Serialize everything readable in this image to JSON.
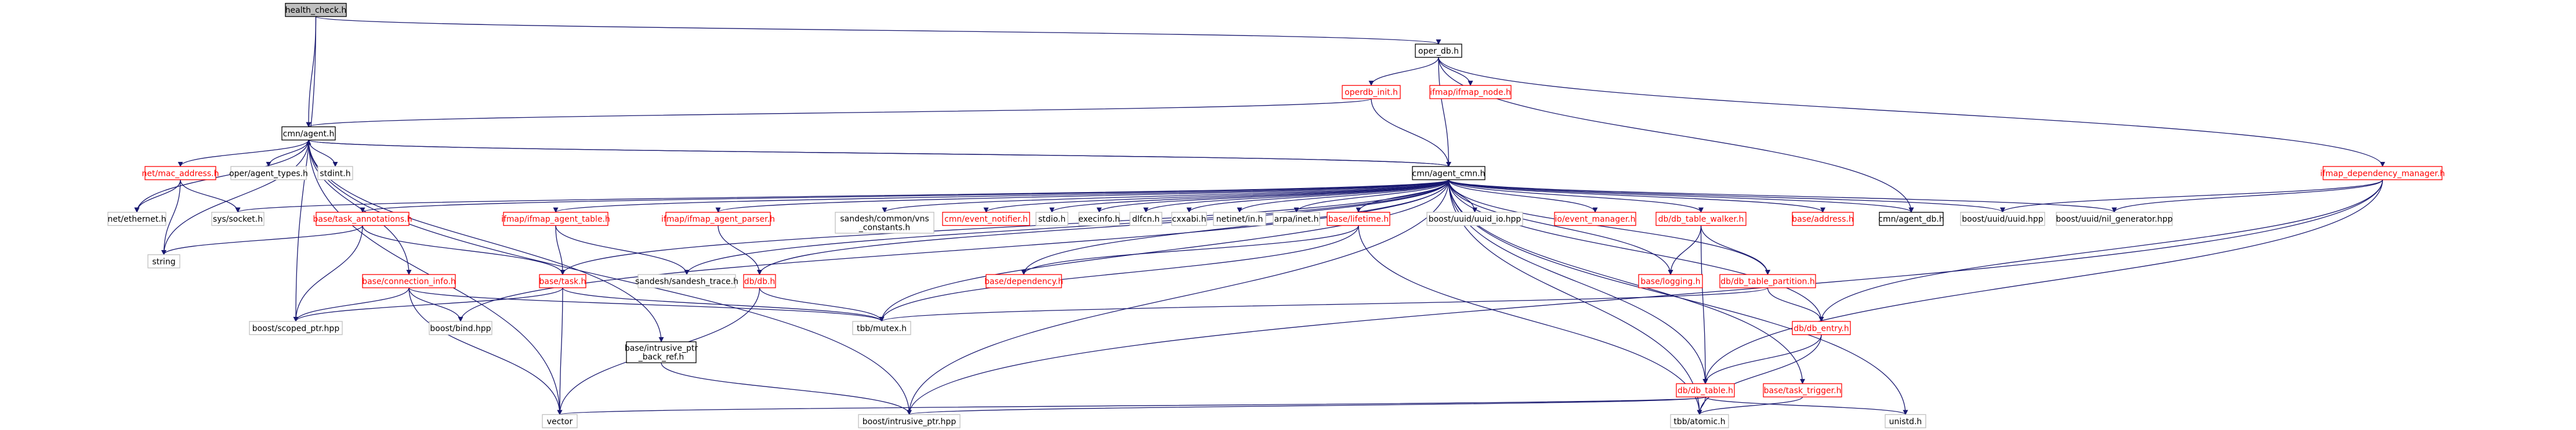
{
  "graph": {
    "title": "",
    "colors": {
      "edge": "#191970",
      "root_fill": "#bfbfbf",
      "link_border": "#000000",
      "missing_border": "#ff0000",
      "system_border": "#bfbfbf"
    },
    "nodes": [
      {
        "id": "health_check",
        "lines": [
          "health_check.h"
        ],
        "kind": "root"
      },
      {
        "id": "oper_db",
        "lines": [
          "oper_db.h"
        ],
        "kind": "plain"
      },
      {
        "id": "operdb_init",
        "lines": [
          "operdb_init.h"
        ],
        "kind": "red"
      },
      {
        "id": "ifmap_node",
        "lines": [
          "ifmap/ifmap_node.h"
        ],
        "kind": "red"
      },
      {
        "id": "ifmap_dependency_manager",
        "lines": [
          "ifmap_dependency_manager.h"
        ],
        "kind": "red"
      },
      {
        "id": "cmn_agent",
        "lines": [
          "cmn/agent.h"
        ],
        "kind": "plain"
      },
      {
        "id": "net_mac_address",
        "lines": [
          "net/mac_address.h"
        ],
        "kind": "red"
      },
      {
        "id": "oper_agent_types",
        "lines": [
          "oper/agent_types.h"
        ],
        "kind": "gray"
      },
      {
        "id": "stdint",
        "lines": [
          "stdint.h"
        ],
        "kind": "gray"
      },
      {
        "id": "cmn_agent_cmn",
        "lines": [
          "cmn/agent_cmn.h"
        ],
        "kind": "plain"
      },
      {
        "id": "net_ethernet",
        "lines": [
          "net/ethernet.h"
        ],
        "kind": "gray"
      },
      {
        "id": "sys_socket",
        "lines": [
          "sys/socket.h"
        ],
        "kind": "gray"
      },
      {
        "id": "base_task_annotations",
        "lines": [
          "base/task_annotations.h"
        ],
        "kind": "red"
      },
      {
        "id": "string",
        "lines": [
          "string"
        ],
        "kind": "gray"
      },
      {
        "id": "base_connection_info",
        "lines": [
          "base/connection_info.h"
        ],
        "kind": "red"
      },
      {
        "id": "boost_bind",
        "lines": [
          "boost/bind.hpp"
        ],
        "kind": "gray"
      },
      {
        "id": "ifmap_agent_table",
        "lines": [
          "ifmap/ifmap_agent_table.h"
        ],
        "kind": "red"
      },
      {
        "id": "base_task",
        "lines": [
          "base/task.h"
        ],
        "kind": "red"
      },
      {
        "id": "ifmap_agent_parser",
        "lines": [
          "ifmap/ifmap_agent_parser.h"
        ],
        "kind": "red"
      },
      {
        "id": "sandesh_trace",
        "lines": [
          "sandesh/sandesh_trace.h"
        ],
        "kind": "gray"
      },
      {
        "id": "db_db",
        "lines": [
          "db/db.h"
        ],
        "kind": "red"
      },
      {
        "id": "sandesh_common_vns",
        "lines": [
          "sandesh/common/vns",
          "_constants.h"
        ],
        "kind": "gray"
      },
      {
        "id": "cmn_event_notifier",
        "lines": [
          "cmn/event_notifier.h"
        ],
        "kind": "red"
      },
      {
        "id": "stdio",
        "lines": [
          "stdio.h"
        ],
        "kind": "gray"
      },
      {
        "id": "execinfo",
        "lines": [
          "execinfo.h"
        ],
        "kind": "gray"
      },
      {
        "id": "dlfcn",
        "lines": [
          "dlfcn.h"
        ],
        "kind": "gray"
      },
      {
        "id": "cxxabi",
        "lines": [
          "cxxabi.h"
        ],
        "kind": "gray"
      },
      {
        "id": "netinet_in",
        "lines": [
          "netinet/in.h"
        ],
        "kind": "gray"
      },
      {
        "id": "arpa_inet",
        "lines": [
          "arpa/inet.h"
        ],
        "kind": "gray"
      },
      {
        "id": "base_lifetime",
        "lines": [
          "base/lifetime.h"
        ],
        "kind": "red"
      },
      {
        "id": "boost_uuid_io",
        "lines": [
          "boost/uuid/uuid_io.hpp"
        ],
        "kind": "gray"
      },
      {
        "id": "io_event_manager",
        "lines": [
          "io/event_manager.h"
        ],
        "kind": "red"
      },
      {
        "id": "db_table_walker",
        "lines": [
          "db/db_table_walker.h"
        ],
        "kind": "red"
      },
      {
        "id": "base_address",
        "lines": [
          "base/address.h"
        ],
        "kind": "red"
      },
      {
        "id": "cmn_agent_db",
        "lines": [
          "cmn/agent_db.h"
        ],
        "kind": "plain"
      },
      {
        "id": "boost_uuid_uuid",
        "lines": [
          "boost/uuid/uuid.hpp"
        ],
        "kind": "gray"
      },
      {
        "id": "boost_uuid_nil_generator",
        "lines": [
          "boost/uuid/nil_generator.hpp"
        ],
        "kind": "gray"
      },
      {
        "id": "base_dependency",
        "lines": [
          "base/dependency.h"
        ],
        "kind": "red"
      },
      {
        "id": "base_logging",
        "lines": [
          "base/logging.h"
        ],
        "kind": "red"
      },
      {
        "id": "db_table_partition",
        "lines": [
          "db/db_table_partition.h"
        ],
        "kind": "red"
      },
      {
        "id": "boost_scoped_ptr",
        "lines": [
          "boost/scoped_ptr.hpp"
        ],
        "kind": "gray"
      },
      {
        "id": "tbb_mutex",
        "lines": [
          "tbb/mutex.h"
        ],
        "kind": "gray"
      },
      {
        "id": "db_entry",
        "lines": [
          "db/db_entry.h"
        ],
        "kind": "red"
      },
      {
        "id": "base_intrusive_ptr_back_ref",
        "lines": [
          "base/intrusive_ptr",
          "_back_ref.h"
        ],
        "kind": "plain"
      },
      {
        "id": "db_table",
        "lines": [
          "db/db_table.h"
        ],
        "kind": "red"
      },
      {
        "id": "base_task_trigger",
        "lines": [
          "base/task_trigger.h"
        ],
        "kind": "red"
      },
      {
        "id": "vector",
        "lines": [
          "vector"
        ],
        "kind": "gray"
      },
      {
        "id": "boost_intrusive_ptr",
        "lines": [
          "boost/intrusive_ptr.hpp"
        ],
        "kind": "gray"
      },
      {
        "id": "tbb_atomic",
        "lines": [
          "tbb/atomic.h"
        ],
        "kind": "gray"
      },
      {
        "id": "unistd",
        "lines": [
          "unistd.h"
        ],
        "kind": "gray"
      }
    ],
    "edges": [
      [
        "health_check",
        "oper_db"
      ],
      [
        "health_check",
        "cmn_agent"
      ],
      [
        "health_check",
        "boost_scoped_ptr"
      ],
      [
        "oper_db",
        "operdb_init"
      ],
      [
        "oper_db",
        "ifmap_node"
      ],
      [
        "oper_db",
        "ifmap_dependency_manager"
      ],
      [
        "oper_db",
        "cmn_agent_cmn"
      ],
      [
        "oper_db",
        "cmn_agent_db"
      ],
      [
        "operdb_init",
        "cmn_agent"
      ],
      [
        "operdb_init",
        "cmn_agent_cmn"
      ],
      [
        "ifmap_dependency_manager",
        "boost_uuid_uuid"
      ],
      [
        "ifmap_dependency_manager",
        "boost_uuid_nil_generator"
      ],
      [
        "ifmap_dependency_manager",
        "db_entry"
      ],
      [
        "ifmap_dependency_manager",
        "db_table"
      ],
      [
        "ifmap_dependency_manager",
        "boost_intrusive_ptr"
      ],
      [
        "cmn_agent",
        "net_mac_address"
      ],
      [
        "cmn_agent",
        "oper_agent_types"
      ],
      [
        "cmn_agent",
        "stdint"
      ],
      [
        "cmn_agent",
        "cmn_agent_cmn"
      ],
      [
        "cmn_agent",
        "net_ethernet"
      ],
      [
        "cmn_agent",
        "string"
      ],
      [
        "cmn_agent",
        "base_connection_info"
      ],
      [
        "cmn_agent",
        "vector"
      ],
      [
        "cmn_agent",
        "boost_intrusive_ptr"
      ],
      [
        "cmn_agent",
        "base_intrusive_ptr_back_ref"
      ],
      [
        "net_mac_address",
        "net_ethernet"
      ],
      [
        "net_mac_address",
        "sys_socket"
      ],
      [
        "net_mac_address",
        "string"
      ],
      [
        "cmn_agent_cmn",
        "cmn_agent"
      ],
      [
        "cmn_agent_cmn",
        "sys_socket"
      ],
      [
        "cmn_agent_cmn",
        "base_task_annotations"
      ],
      [
        "cmn_agent_cmn",
        "boost_bind"
      ],
      [
        "cmn_agent_cmn",
        "ifmap_agent_table"
      ],
      [
        "cmn_agent_cmn",
        "base_task"
      ],
      [
        "cmn_agent_cmn",
        "ifmap_agent_parser"
      ],
      [
        "cmn_agent_cmn",
        "sandesh_trace"
      ],
      [
        "cmn_agent_cmn",
        "db_db"
      ],
      [
        "cmn_agent_cmn",
        "sandesh_common_vns"
      ],
      [
        "cmn_agent_cmn",
        "cmn_event_notifier"
      ],
      [
        "cmn_agent_cmn",
        "stdio"
      ],
      [
        "cmn_agent_cmn",
        "execinfo"
      ],
      [
        "cmn_agent_cmn",
        "dlfcn"
      ],
      [
        "cmn_agent_cmn",
        "cxxabi"
      ],
      [
        "cmn_agent_cmn",
        "netinet_in"
      ],
      [
        "cmn_agent_cmn",
        "arpa_inet"
      ],
      [
        "cmn_agent_cmn",
        "base_lifetime"
      ],
      [
        "cmn_agent_cmn",
        "boost_uuid_io"
      ],
      [
        "cmn_agent_cmn",
        "io_event_manager"
      ],
      [
        "cmn_agent_cmn",
        "db_table_walker"
      ],
      [
        "cmn_agent_cmn",
        "base_address"
      ],
      [
        "cmn_agent_cmn",
        "cmn_agent_db"
      ],
      [
        "cmn_agent_cmn",
        "boost_uuid_uuid"
      ],
      [
        "cmn_agent_cmn",
        "boost_uuid_nil_generator"
      ],
      [
        "cmn_agent_cmn",
        "base_dependency"
      ],
      [
        "cmn_agent_cmn",
        "base_logging"
      ],
      [
        "cmn_agent_cmn",
        "db_table_partition"
      ],
      [
        "cmn_agent_cmn",
        "tbb_mutex"
      ],
      [
        "cmn_agent_cmn",
        "db_entry"
      ],
      [
        "cmn_agent_cmn",
        "db_table"
      ],
      [
        "cmn_agent_cmn",
        "base_task_trigger"
      ],
      [
        "cmn_agent_cmn",
        "boost_intrusive_ptr"
      ],
      [
        "cmn_agent_cmn",
        "tbb_atomic"
      ],
      [
        "cmn_agent_cmn",
        "unistd"
      ],
      [
        "base_task_annotations",
        "string"
      ],
      [
        "base_task_annotations",
        "base_task"
      ],
      [
        "base_task_annotations",
        "boost_scoped_ptr"
      ],
      [
        "base_connection_info",
        "boost_scoped_ptr"
      ],
      [
        "base_connection_info",
        "boost_bind"
      ],
      [
        "base_connection_info",
        "tbb_mutex"
      ],
      [
        "base_connection_info",
        "vector"
      ],
      [
        "ifmap_agent_table",
        "base_task"
      ],
      [
        "ifmap_agent_table",
        "sandesh_trace"
      ],
      [
        "base_task",
        "boost_scoped_ptr"
      ],
      [
        "base_task",
        "tbb_mutex"
      ],
      [
        "base_task",
        "vector"
      ],
      [
        "ifmap_agent_parser",
        "db_db"
      ],
      [
        "db_db",
        "tbb_mutex"
      ],
      [
        "db_db",
        "vector"
      ],
      [
        "base_lifetime",
        "base_dependency"
      ],
      [
        "base_lifetime",
        "tbb_mutex"
      ],
      [
        "base_lifetime",
        "tbb_atomic"
      ],
      [
        "db_table_walker",
        "base_logging"
      ],
      [
        "db_table_walker",
        "db_table_partition"
      ],
      [
        "db_table_walker",
        "db_table"
      ],
      [
        "db_table_partition",
        "tbb_mutex"
      ],
      [
        "db_table_partition",
        "db_entry"
      ],
      [
        "db_entry",
        "db_table"
      ],
      [
        "db_entry",
        "tbb_atomic"
      ],
      [
        "base_intrusive_ptr_back_ref",
        "boost_intrusive_ptr"
      ],
      [
        "db_table",
        "vector"
      ],
      [
        "db_table",
        "boost_intrusive_ptr"
      ],
      [
        "db_table",
        "tbb_atomic"
      ],
      [
        "db_table",
        "unistd"
      ],
      [
        "base_task_trigger",
        "tbb_atomic"
      ]
    ]
  }
}
